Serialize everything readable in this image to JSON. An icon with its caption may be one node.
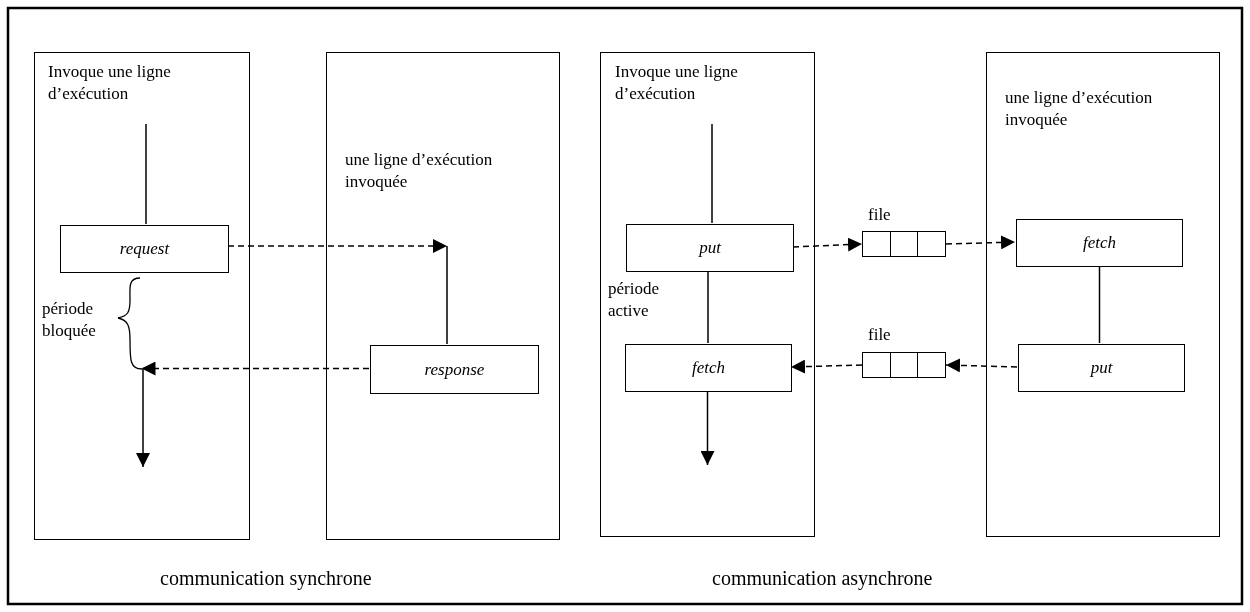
{
  "diagram": {
    "nodes": [
      {
        "text": [
          "Invoque une ligne d’exécution"
        ]
      },
      {
        "text": [
          "request"
        ],
        "in": 0
      },
      {
        "text": [],
        "shape": "box"
      },
      {
        "text": [
          "une ligne d’exécution invoquée"
        ],
        "in": 2
      },
      {
        "text": [
          "response"
        ],
        "in": 2
      },
      {
        "text": [
          "Invoque une ligne d’exécution"
        ]
      },
      {
        "text": [
          "put"
        ],
        "in": 5
      },
      {
        "text": [
          "fetch"
        ],
        "in": 5
      },
      {
        "text": [],
        "shape": "box"
      },
      {
        "text": [
          "une ligne d’exécution invoquée"
        ],
        "in": 8
      },
      {
        "text": [
          "fetch"
        ],
        "in": 8
      },
      {
        "text": [
          "put"
        ],
        "in": 8
      },
      {
        "text": [
          "file"
        ]
      },
      {
        "text": [
          "file"
        ]
      }
    ],
    "edges": [
      {
        "from": 1,
        "to": 3,
        "arrow": "to",
        "style": "dashed"
      },
      {
        "from": 4,
        "to": 3,
        "arrow": "none"
      },
      {
        "from": 4,
        "to": 1,
        "arrow": "to",
        "style": "dashed"
      },
      {
        "from": 6,
        "to": 7,
        "arrow": "none"
      },
      {
        "from": 6,
        "to": 12,
        "arrow": "to",
        "style": "dashed"
      },
      {
        "from": 12,
        "to": 10,
        "arrow": "to",
        "style": "dashed"
      },
      {
        "from": 10,
        "to": 11,
        "arrow": "none"
      },
      {
        "from": 11,
        "to": 13,
        "arrow": "to",
        "style": "dashed"
      },
      {
        "from": 13,
        "to": 7,
        "arrow": "to",
        "style": "dashed"
      },
      {
        "from": 7,
        "to": null,
        "arrow": "to"
      }
    ],
    "labels": [
      "période bloquée",
      "période active",
      "communication synchrone",
      "communication asynchrone"
    ]
  }
}
